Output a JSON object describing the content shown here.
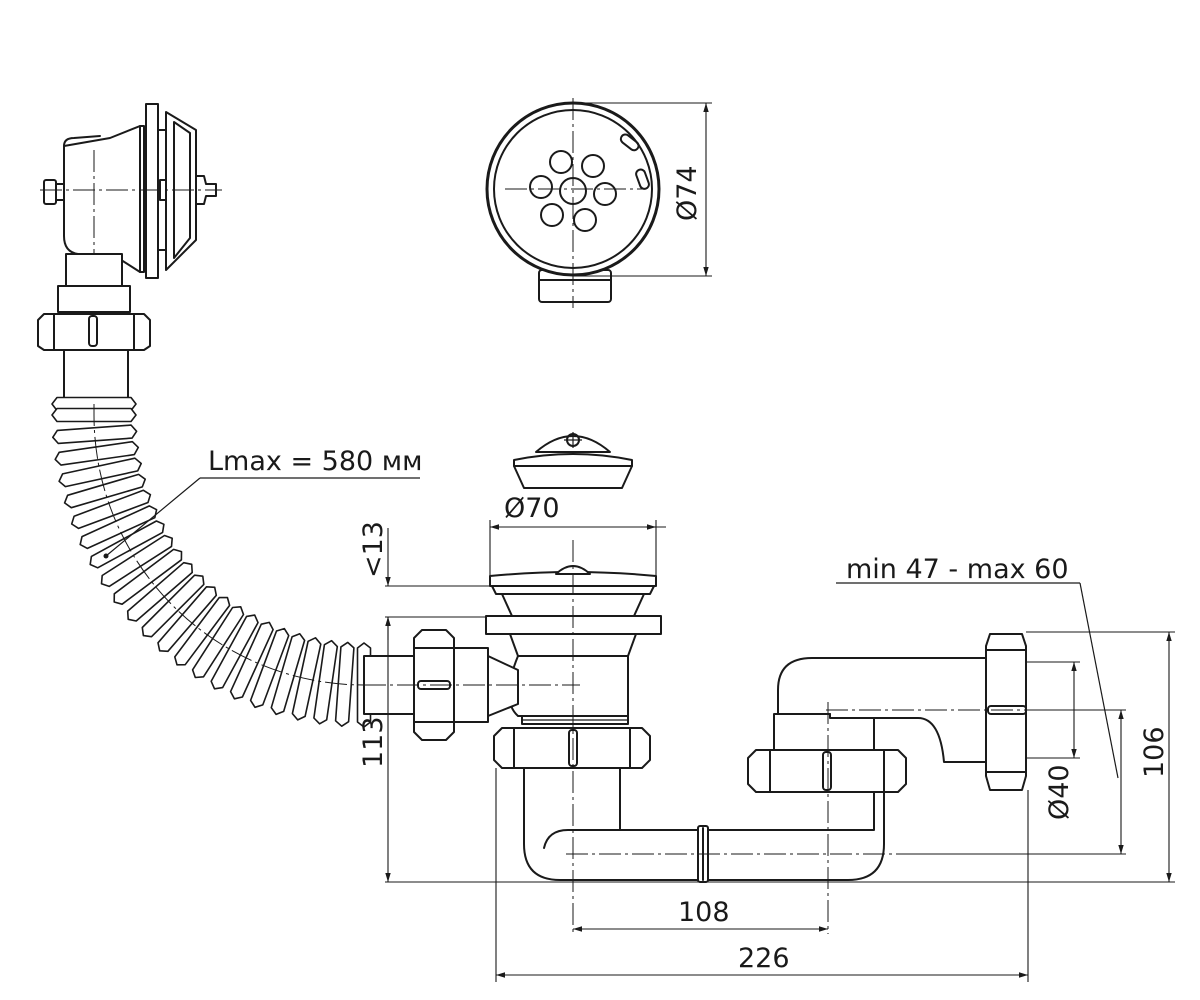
{
  "labels": {
    "hose_length": "Lmax = 580 мм",
    "strainer_diameter": "Ø74",
    "plug_diameter": "Ø70",
    "flange_gap": "<13",
    "height_range": "min 47 - max 60",
    "outlet_diameter": "Ø40",
    "drain_height": "113",
    "trap_height": "106",
    "center_distance": "108",
    "overall_length": "226"
  },
  "colors": {
    "line": "#1a1a1a",
    "background": "#ffffff"
  }
}
